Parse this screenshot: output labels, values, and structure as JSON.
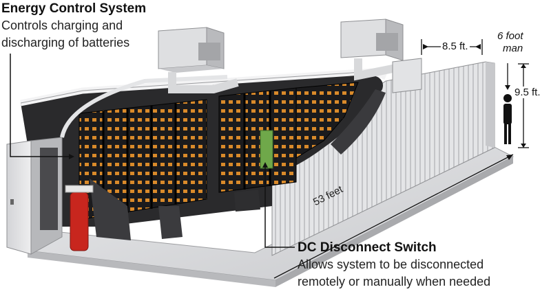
{
  "labels": {
    "ecs_title": "Energy Control System",
    "ecs_line1": "Controls charging and",
    "ecs_line2": "discharging of batteries",
    "dc_title": "DC Disconnect Switch",
    "dc_line1": "Allows system to be disconnected",
    "dc_line2": "remotely or manually when needed",
    "width_dim": "8.5 ft.",
    "height_dim": "9.5 ft.",
    "length_dim": "53 feet",
    "man_line1": "6 foot",
    "man_line2": "man"
  },
  "colors": {
    "battery_orange": "#d98a2a",
    "switch_green": "#6fa84a",
    "extinguisher_red": "#c8261e",
    "container_gray": "#d9dadc"
  }
}
